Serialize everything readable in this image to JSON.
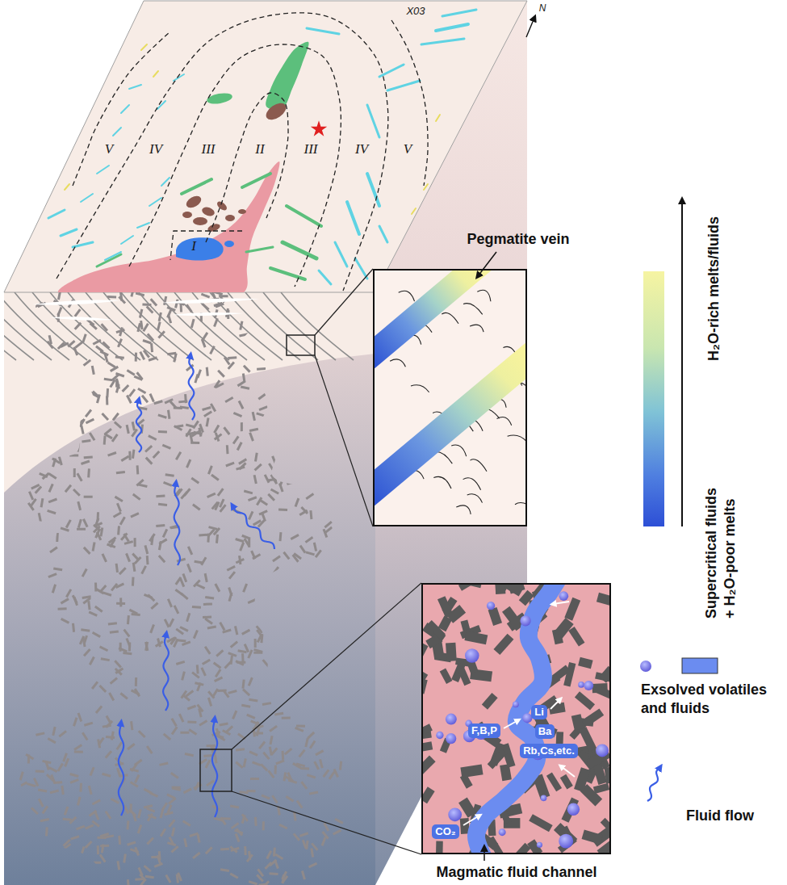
{
  "diagram": {
    "nodes": [
      {
        "text": [
          "Pegmatite vein"
        ]
      },
      {
        "text": [
          "Li",
          "Ba",
          "F,B,P",
          "Rb,Cs,etc.",
          "CO₂"
        ]
      }
    ],
    "labels": [
      "X03",
      "N",
      "V",
      "IV",
      "III",
      "II",
      "III",
      "IV",
      "V",
      "I",
      "H₂O-rich melts/fluids",
      "Supercritical fluids + H₂O-poor melts",
      "Magmatic fluid channel"
    ],
    "legend": [
      {
        "text": "Exsolved volatiles and fluids"
      },
      {
        "text": "Fluid flow"
      }
    ]
  }
}
